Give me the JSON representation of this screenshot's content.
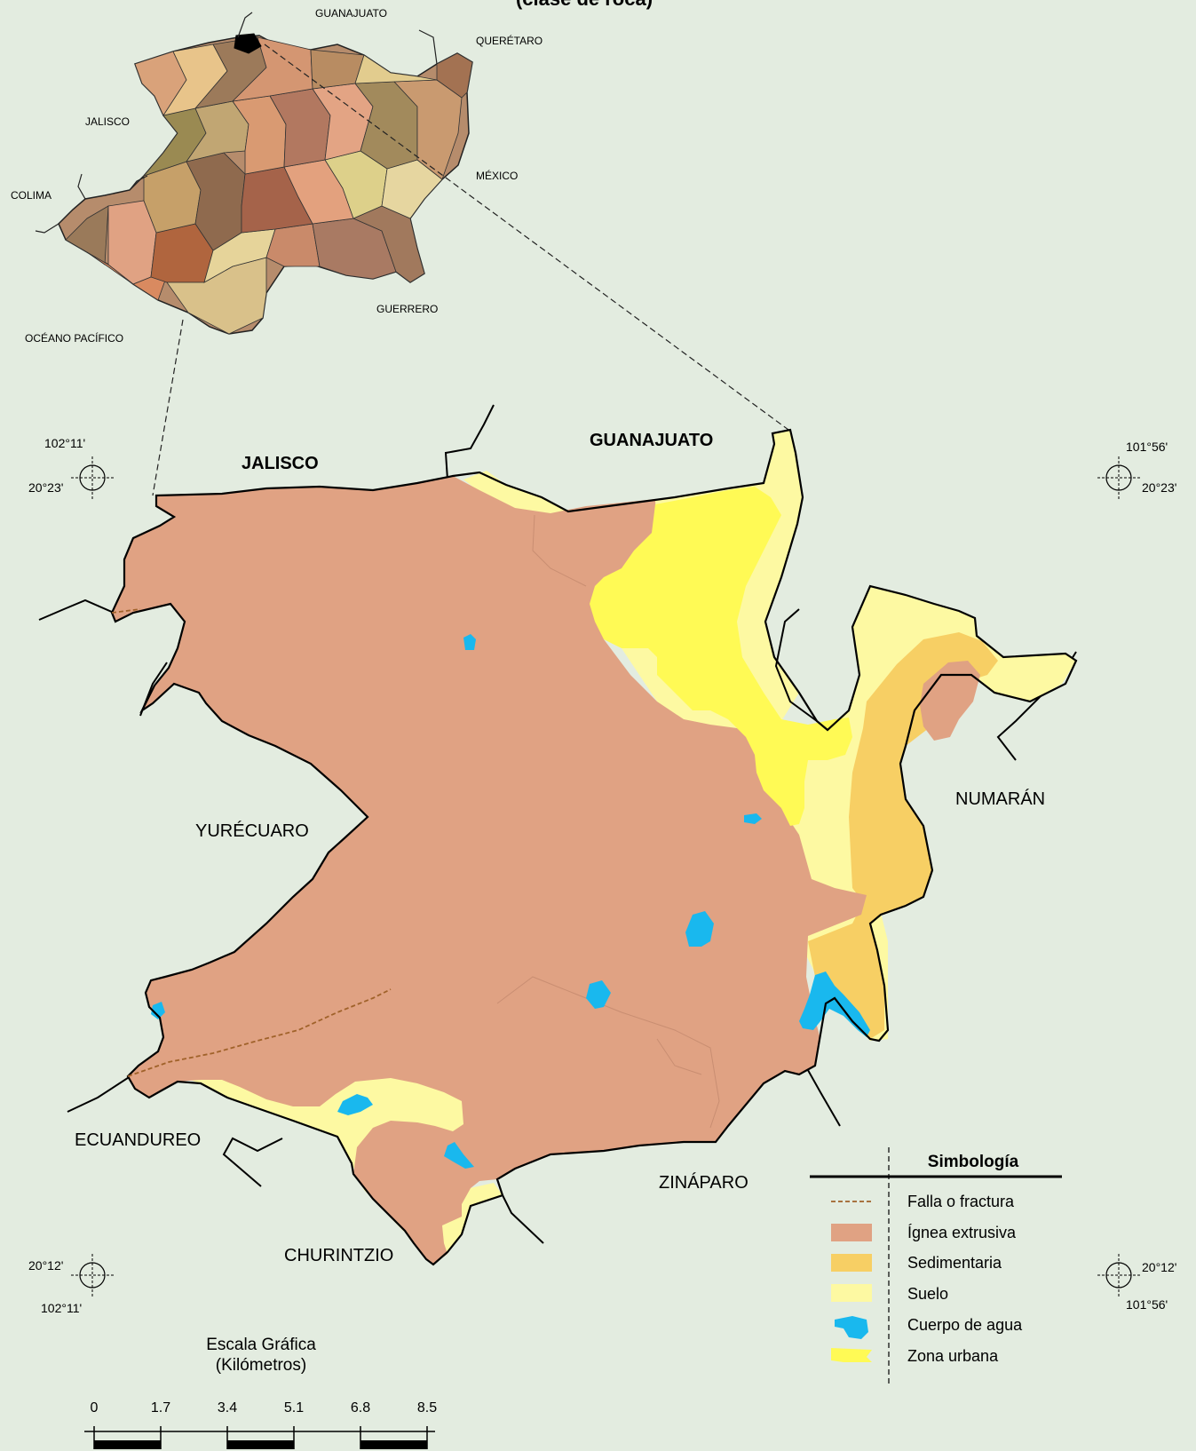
{
  "title_partial": "(clase de roca)",
  "inset_map": {
    "labels": {
      "guanajuato": "GUANAJUATO",
      "queretaro": "QUERÉTARO",
      "jalisco": "JALISCO",
      "mexico": "MÉXICO",
      "colima": "COLIMA",
      "guerrero": "GUERRERO",
      "oceano": "OCÉANO PACÍFICO"
    }
  },
  "neighbors": {
    "jalisco": "JALISCO",
    "guanajuato": "GUANAJUATO",
    "yurecuaro": "YURÉCUARO",
    "numaran": "NUMARÁN",
    "ecuandureo": "ECUANDUREO",
    "zinaparo": "ZINÁPARO",
    "churintzio": "CHURINTZIO"
  },
  "coordinates": {
    "nw_lon": "102°11'",
    "nw_lat": "20°23'",
    "ne_lon": "101°56'",
    "ne_lat": "20°23'",
    "sw_lat": "20°12'",
    "sw_lon": "102°11'",
    "se_lat": "20°12'",
    "se_lon": "101°56'"
  },
  "scale": {
    "title": "Escala Gráfica",
    "unit": "(Kilómetros)",
    "ticks": [
      "0",
      "1.7",
      "3.4",
      "5.1",
      "6.8",
      "8.5"
    ]
  },
  "legend": {
    "title": "Simbología",
    "items": [
      {
        "label": "Falla o fractura",
        "color": "#a0622a"
      },
      {
        "label": "Ígnea extrusiva",
        "color": "#e0a283"
      },
      {
        "label": "Sedimentaria",
        "color": "#f7cf64"
      },
      {
        "label": "Suelo",
        "color": "#fdf9a2"
      },
      {
        "label": "Cuerpo de agua",
        "color": "#19b8ee"
      },
      {
        "label": "Zona urbana",
        "color": "#fffa55"
      }
    ]
  },
  "colors": {
    "background": "#e3ece0",
    "ignea": "#e0a283",
    "sedimentaria": "#f7cf64",
    "suelo": "#fdf9a2",
    "agua": "#19b8ee",
    "urbana": "#fffa55",
    "falla": "#a0622a"
  }
}
